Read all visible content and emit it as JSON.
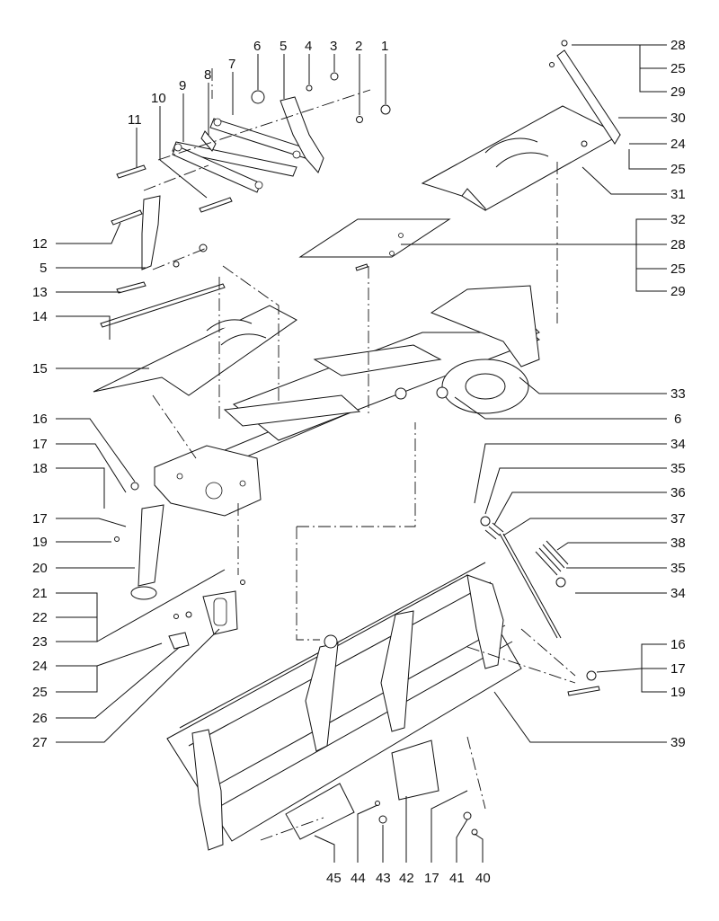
{
  "callouts": {
    "top": [
      {
        "id": "c1",
        "text": "1"
      },
      {
        "id": "c2",
        "text": "2"
      },
      {
        "id": "c3",
        "text": "3"
      },
      {
        "id": "c4",
        "text": "4"
      },
      {
        "id": "c5a",
        "text": "5"
      },
      {
        "id": "c6a",
        "text": "6"
      },
      {
        "id": "c7",
        "text": "7"
      },
      {
        "id": "c8",
        "text": "8"
      },
      {
        "id": "c9",
        "text": "9"
      },
      {
        "id": "c10",
        "text": "10"
      },
      {
        "id": "c11",
        "text": "11"
      }
    ],
    "left": [
      {
        "id": "c12",
        "text": "12"
      },
      {
        "id": "c5b",
        "text": "5"
      },
      {
        "id": "c13",
        "text": "13"
      },
      {
        "id": "c14",
        "text": "14"
      },
      {
        "id": "c15",
        "text": "15"
      },
      {
        "id": "c16a",
        "text": "16"
      },
      {
        "id": "c17a",
        "text": "17"
      },
      {
        "id": "c18",
        "text": "18"
      },
      {
        "id": "c17b",
        "text": "17"
      },
      {
        "id": "c19a",
        "text": "19"
      },
      {
        "id": "c20",
        "text": "20"
      },
      {
        "id": "c21",
        "text": "21"
      },
      {
        "id": "c22",
        "text": "22"
      },
      {
        "id": "c23",
        "text": "23"
      },
      {
        "id": "c24a",
        "text": "24"
      },
      {
        "id": "c25a",
        "text": "25"
      },
      {
        "id": "c26",
        "text": "26"
      },
      {
        "id": "c27",
        "text": "27"
      }
    ],
    "right": [
      {
        "id": "c28a",
        "text": "28"
      },
      {
        "id": "c25b",
        "text": "25"
      },
      {
        "id": "c29a",
        "text": "29"
      },
      {
        "id": "c30",
        "text": "30"
      },
      {
        "id": "c24b",
        "text": "24"
      },
      {
        "id": "c25c",
        "text": "25"
      },
      {
        "id": "c31",
        "text": "31"
      },
      {
        "id": "c32",
        "text": "32"
      },
      {
        "id": "c28b",
        "text": "28"
      },
      {
        "id": "c25d",
        "text": "25"
      },
      {
        "id": "c29b",
        "text": "29"
      },
      {
        "id": "c33",
        "text": "33"
      },
      {
        "id": "c6b",
        "text": "6"
      },
      {
        "id": "c34a",
        "text": "34"
      },
      {
        "id": "c35a",
        "text": "35"
      },
      {
        "id": "c36",
        "text": "36"
      },
      {
        "id": "c37",
        "text": "37"
      },
      {
        "id": "c38",
        "text": "38"
      },
      {
        "id": "c35b",
        "text": "35"
      },
      {
        "id": "c34b",
        "text": "34"
      },
      {
        "id": "c16b",
        "text": "16"
      },
      {
        "id": "c17c",
        "text": "17"
      },
      {
        "id": "c19b",
        "text": "19"
      },
      {
        "id": "c39",
        "text": "39"
      }
    ],
    "bottom": [
      {
        "id": "c45",
        "text": "45"
      },
      {
        "id": "c44",
        "text": "44"
      },
      {
        "id": "c43",
        "text": "43"
      },
      {
        "id": "c42",
        "text": "42"
      },
      {
        "id": "c17d",
        "text": "17"
      },
      {
        "id": "c41",
        "text": "41"
      },
      {
        "id": "c40",
        "text": "40"
      }
    ]
  }
}
